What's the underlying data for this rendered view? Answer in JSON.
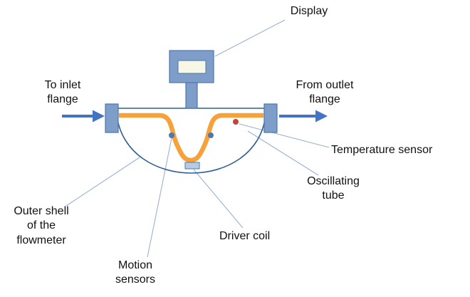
{
  "colors": {
    "tube": "#F6A13A",
    "steel": "#7E9DC8",
    "steel-border": "#4E77AC",
    "outline": "#2F5F98",
    "arrow": "#4472C4",
    "leader": "#9BB3CE",
    "sensor-blue": "#4E77AC",
    "sensor-red": "#C44536",
    "screen": "#F8F6E4"
  },
  "labels": {
    "display": "Display",
    "inlet": "To inlet\nflange",
    "outlet": "From outlet\nflange",
    "temperature_sensor": "Temperature sensor",
    "oscillating_tube": "Oscillating\ntube",
    "outer_shell": "Outer shell\nof the\nflowmeter",
    "driver_coil": "Driver coil",
    "motion_sensors": "Motion\nsensors"
  }
}
